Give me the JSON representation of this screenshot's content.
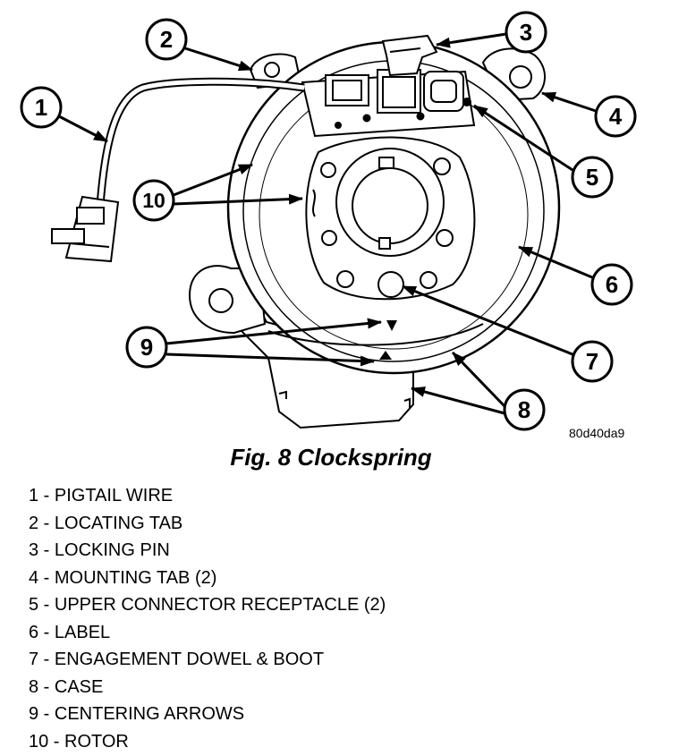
{
  "figure": {
    "code": "80d40da9",
    "title": "Fig. 8 Clockspring"
  },
  "callouts": [
    "1",
    "2",
    "3",
    "4",
    "5",
    "6",
    "7",
    "8",
    "9",
    "10"
  ],
  "legend": [
    "1 - PIGTAIL WIRE",
    "2 - LOCATING TAB",
    "3 - LOCKING PIN",
    "4 - MOUNTING TAB (2)",
    "5 - UPPER CONNECTOR RECEPTACLE (2)",
    "6 - LABEL",
    "7 - ENGAGEMENT DOWEL & BOOT",
    "8 - CASE",
    "9 - CENTERING ARROWS",
    "10 - ROTOR"
  ]
}
